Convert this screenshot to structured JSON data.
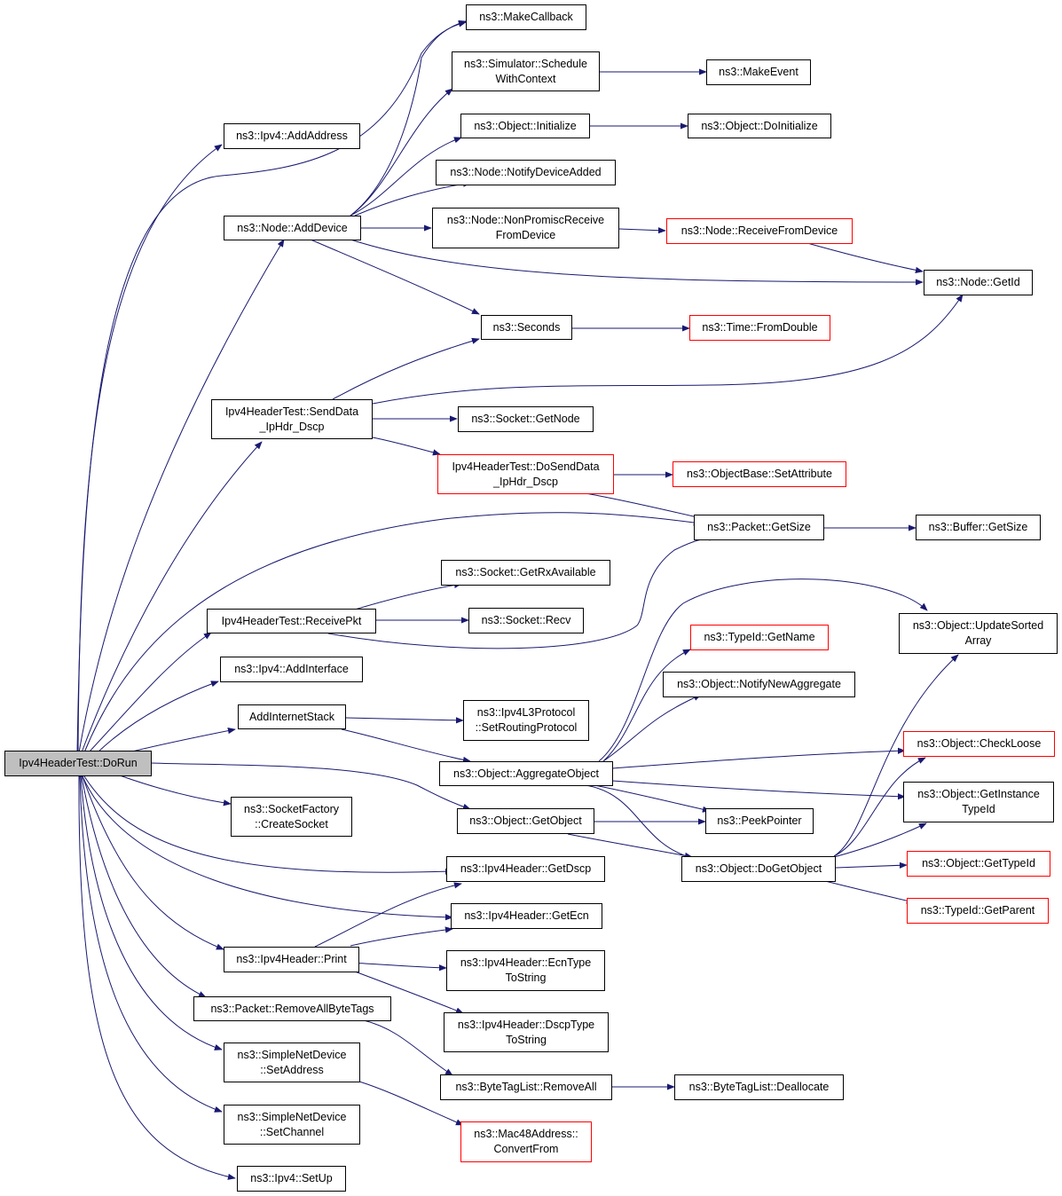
{
  "colors": {
    "edge": "#191970",
    "node_border": "#000000",
    "truncated_border": "#ff0000",
    "root_fill": "#bfbfbf"
  },
  "nodes": {
    "root": "Ipv4HeaderTest::DoRun",
    "ipv4_add_address": "ns3::Ipv4::AddAddress",
    "node_add_device": "ns3::Node::AddDevice",
    "send_data": "Ipv4HeaderTest::SendData\n_IpHdr_Dscp",
    "receive_pkt": "Ipv4HeaderTest::ReceivePkt",
    "ipv4_add_interface": "ns3::Ipv4::AddInterface",
    "add_internet_stack": "AddInternetStack",
    "socket_factory_create": "ns3::SocketFactory\n::CreateSocket",
    "ipv4header_print": "ns3::Ipv4Header::Print",
    "remove_all_byte_tags": "ns3::Packet::RemoveAllByteTags",
    "snd_set_address": "ns3::SimpleNetDevice\n::SetAddress",
    "snd_set_channel": "ns3::SimpleNetDevice\n::SetChannel",
    "ipv4_set_up": "ns3::Ipv4::SetUp",
    "make_callback": "ns3::MakeCallback",
    "sim_schedule": "ns3::Simulator::Schedule\nWithContext",
    "object_initialize": "ns3::Object::Initialize",
    "notify_device_added": "ns3::Node::NotifyDeviceAdded",
    "non_promisc": "ns3::Node::NonPromiscReceive\nFromDevice",
    "seconds": "ns3::Seconds",
    "socket_get_node": "ns3::Socket::GetNode",
    "do_send_data": "Ipv4HeaderTest::DoSendData\n_IpHdr_Dscp",
    "socket_get_rx": "ns3::Socket::GetRxAvailable",
    "socket_recv": "ns3::Socket::Recv",
    "set_routing_protocol": "ns3::Ipv4L3Protocol\n::SetRoutingProtocol",
    "aggregate_object": "ns3::Object::AggregateObject",
    "get_object": "ns3::Object::GetObject",
    "get_dscp": "ns3::Ipv4Header::GetDscp",
    "get_ecn": "ns3::Ipv4Header::GetEcn",
    "ecn_type_to_string": "ns3::Ipv4Header::EcnType\nToString",
    "dscp_type_to_string": "ns3::Ipv4Header::DscpType\nToString",
    "byte_tag_remove_all": "ns3::ByteTagList::RemoveAll",
    "mac48_convert_from": "ns3::Mac48Address::\nConvertFrom",
    "make_event": "ns3::MakeEvent",
    "do_initialize": "ns3::Object::DoInitialize",
    "receive_from_device": "ns3::Node::ReceiveFromDevice",
    "node_get_id": "ns3::Node::GetId",
    "time_from_double": "ns3::Time::FromDouble",
    "set_attribute": "ns3::ObjectBase::SetAttribute",
    "packet_get_size": "ns3::Packet::GetSize",
    "buffer_get_size": "ns3::Buffer::GetSize",
    "typeid_get_name": "ns3::TypeId::GetName",
    "notify_new_aggregate": "ns3::Object::NotifyNewAggregate",
    "update_sorted_array": "ns3::Object::UpdateSorted\nArray",
    "check_loose": "ns3::Object::CheckLoose",
    "get_instance_typeid": "ns3::Object::GetInstance\nTypeId",
    "peek_pointer": "ns3::PeekPointer",
    "do_get_object": "ns3::Object::DoGetObject",
    "get_typeid": "ns3::Object::GetTypeId",
    "typeid_get_parent": "ns3::TypeId::GetParent",
    "byte_tag_deallocate": "ns3::ByteTagList::Deallocate"
  }
}
